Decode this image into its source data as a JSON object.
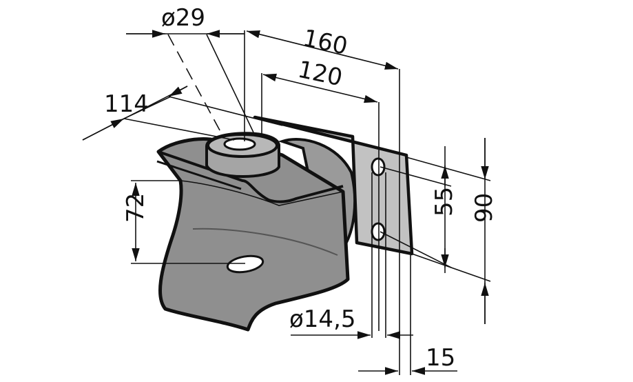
{
  "dimensions": {
    "diameter_29": "ø29",
    "width_160": "160",
    "width_120": "120",
    "length_114": "114",
    "height_72": "72",
    "height_55": "55",
    "height_90": "90",
    "hole_diameter": "ø14,5",
    "thickness_15": "15"
  },
  "colors": {
    "metal": "#8f8f8f",
    "plate": "#bdbdbd",
    "outline": "#111111"
  }
}
